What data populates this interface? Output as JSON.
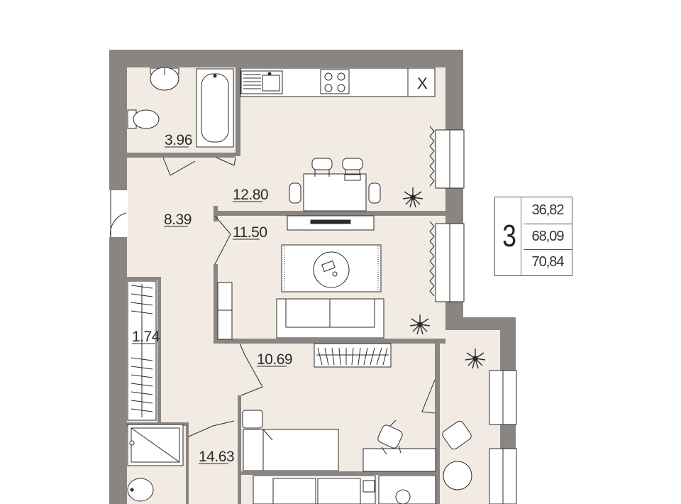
{
  "rooms": {
    "bathroom_area": "3.96",
    "kitchen_area": "12.80",
    "hall_area": "8.39",
    "living_area": "11.50",
    "closet_area": "1.74",
    "bedroom_area": "10.69",
    "corridor_area": "14.63"
  },
  "kitchen": {
    "vent_mark": "X"
  },
  "summary": {
    "room_count": "3",
    "areas": [
      "36,82",
      "68,09",
      "70,84"
    ]
  },
  "colors": {
    "wall": "#8a8482",
    "floor": "#f1ebe3",
    "line": "#2b2b2b",
    "window": "#ffffff",
    "background": "#ffffff"
  }
}
